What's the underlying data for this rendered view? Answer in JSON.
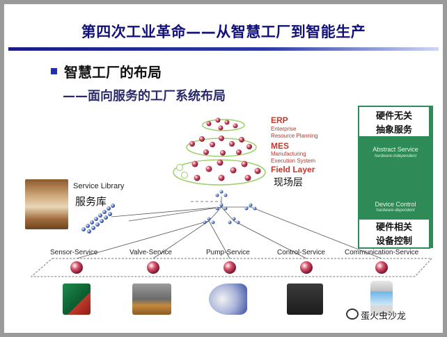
{
  "title": "第四次工业革命——从智慧工厂到智能生产",
  "heading": "智慧工厂的布局",
  "subheading": "——面向服务的工厂系统布局",
  "layers": {
    "erp": "ERP",
    "erp_sub1": "Enterprise",
    "erp_sub2": "Resource Planning",
    "mes": "MES",
    "mes_sub1": "Manufacturing",
    "mes_sub2": "Execution System",
    "field": "Field Layer",
    "field_cn": "现场层"
  },
  "library": {
    "en": "Service Library",
    "cn": "服务库"
  },
  "right_panel": {
    "top_label_line1": "硬件无关",
    "top_label_line2": "抽象服务",
    "abstract_service": "Abstract Service",
    "hardware_independent": "hardware-independent",
    "device_control": "Device Control",
    "hardware_dependent": "hardware-dependent",
    "bottom_label_line1": "硬件相关",
    "bottom_label_line2": "设备控制"
  },
  "services": [
    "Sensor-Service",
    "Valve-Service",
    "Pump-Service",
    "Control-Service",
    "Communication-Service"
  ],
  "watermark": "蛋火虫沙龙",
  "colors": {
    "title": "#12127a",
    "accent_red": "#c0392b",
    "panel_green": "#2e8b57"
  }
}
